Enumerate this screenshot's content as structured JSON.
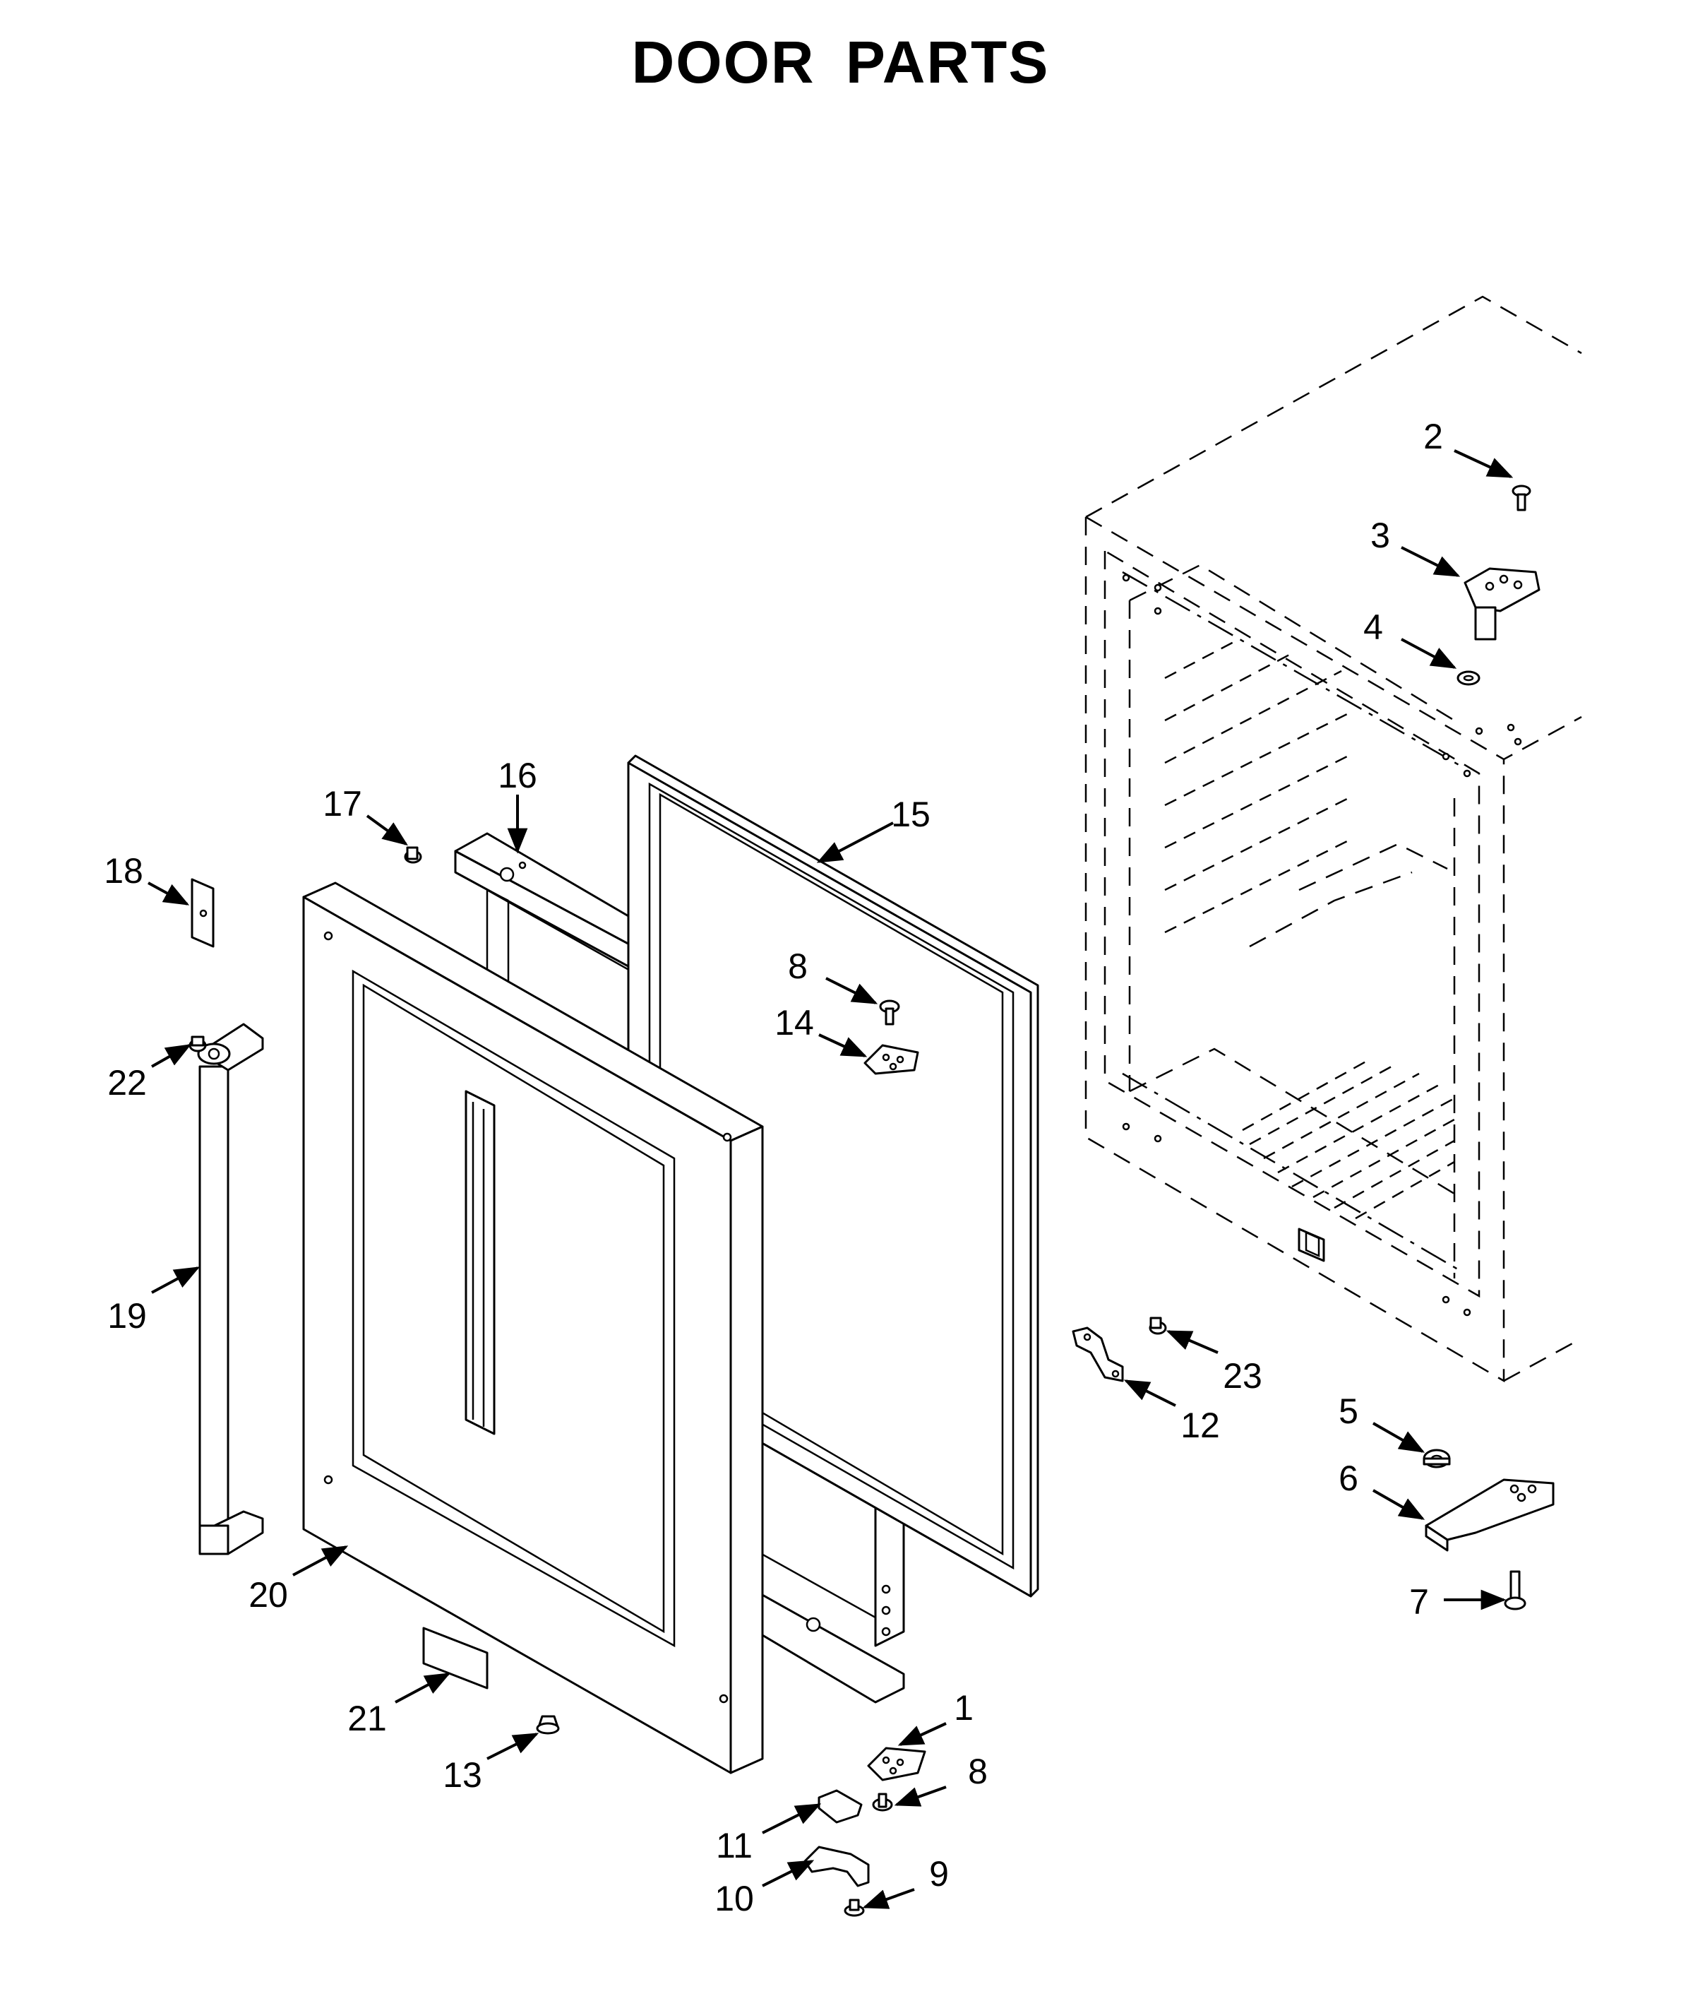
{
  "title": "DOOR PARTS",
  "callouts": [
    {
      "id": "1",
      "label": "1"
    },
    {
      "id": "2",
      "label": "2"
    },
    {
      "id": "3",
      "label": "3"
    },
    {
      "id": "4",
      "label": "4"
    },
    {
      "id": "5",
      "label": "5"
    },
    {
      "id": "6",
      "label": "6"
    },
    {
      "id": "7",
      "label": "7"
    },
    {
      "id": "8a",
      "label": "8"
    },
    {
      "id": "8b",
      "label": "8"
    },
    {
      "id": "9",
      "label": "9"
    },
    {
      "id": "10",
      "label": "10"
    },
    {
      "id": "11",
      "label": "11"
    },
    {
      "id": "12",
      "label": "12"
    },
    {
      "id": "13",
      "label": "13"
    },
    {
      "id": "14",
      "label": "14"
    },
    {
      "id": "15",
      "label": "15"
    },
    {
      "id": "16",
      "label": "16"
    },
    {
      "id": "17",
      "label": "17"
    },
    {
      "id": "18",
      "label": "18"
    },
    {
      "id": "19",
      "label": "19"
    },
    {
      "id": "20",
      "label": "20"
    },
    {
      "id": "21",
      "label": "21"
    },
    {
      "id": "22",
      "label": "22"
    },
    {
      "id": "23",
      "label": "23"
    }
  ]
}
